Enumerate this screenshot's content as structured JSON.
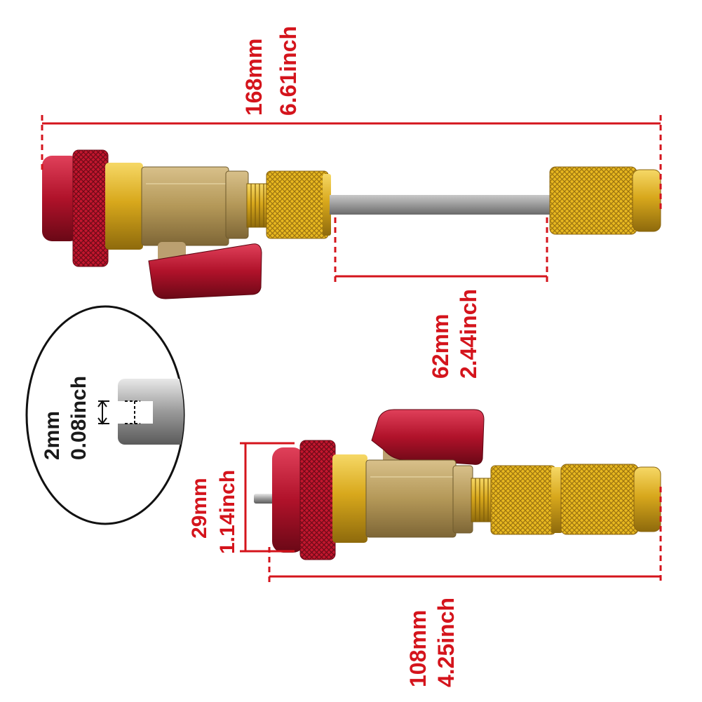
{
  "colors": {
    "dimension_red": "#d4141c",
    "anodized_red": "#b0122a",
    "brass": "#d8a81c",
    "bronze_body": "#b49858",
    "steel_rod": "#9a9a9a"
  },
  "dimensions": {
    "overall_length": {
      "mm": "168mm",
      "inch": "6.61inch"
    },
    "rod_length": {
      "mm": "62mm",
      "inch": "2.44inch"
    },
    "tip_width": {
      "mm": "2mm",
      "inch": "0.08inch"
    },
    "coupler_diameter": {
      "mm": "29mm",
      "inch": "1.14inch"
    },
    "compact_length": {
      "mm": "108mm",
      "inch": "4.25inch"
    }
  }
}
